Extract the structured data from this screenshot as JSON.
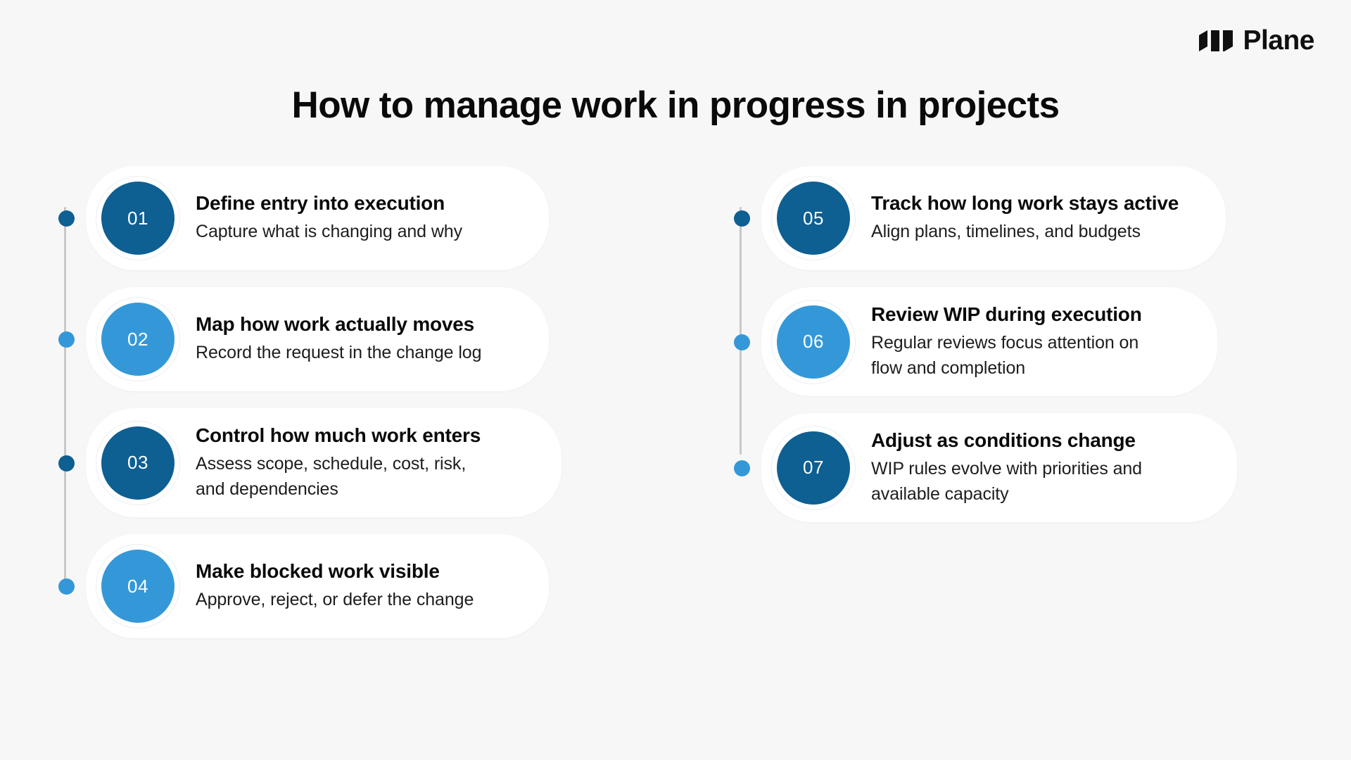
{
  "brand": {
    "name": "Plane",
    "logo_icon": "plane-logo-icon",
    "color": "#101010"
  },
  "title": "How to manage work in progress in projects",
  "theme": {
    "page_background": "#f7f7f7",
    "card_background": "#ffffff",
    "rail_color": "#c8c8c8",
    "badge_dark": "#0e5f92",
    "badge_light": "#3498d8",
    "title_color": "#0a0a0a",
    "body_color": "#1d1d1d"
  },
  "columns": [
    {
      "id": "left-column",
      "steps": [
        {
          "number": "01",
          "title": "Define entry into execution",
          "desc": "Capture what is changing and why",
          "badge_color": "#0e5f92",
          "dot_color": "#0e5f92"
        },
        {
          "number": "02",
          "title": "Map how work actually moves",
          "desc": "Record the request in the change log",
          "badge_color": "#3498d8",
          "dot_color": "#3498d8"
        },
        {
          "number": "03",
          "title": "Control how much work enters",
          "desc": "Assess scope, schedule, cost, risk, and dependencies",
          "badge_color": "#0e5f92",
          "dot_color": "#0e5f92"
        },
        {
          "number": "04",
          "title": "Make blocked work visible",
          "desc": "Approve, reject, or defer the change",
          "badge_color": "#3498d8",
          "dot_color": "#3498d8"
        }
      ]
    },
    {
      "id": "right-column",
      "steps": [
        {
          "number": "05",
          "title": "Track how long work stays active",
          "desc": "Align plans, timelines, and budgets",
          "badge_color": "#0e5f92",
          "dot_color": "#0e5f92"
        },
        {
          "number": "06",
          "title": "Review WIP during execution",
          "desc": "Regular reviews focus attention on flow and completion",
          "badge_color": "#3498d8",
          "dot_color": "#3498d8"
        },
        {
          "number": "07",
          "title": "Adjust as conditions change",
          "desc": "WIP rules evolve with priorities and available capacity",
          "badge_color": "#0e5f92",
          "dot_color": "#3498d8"
        }
      ]
    }
  ]
}
